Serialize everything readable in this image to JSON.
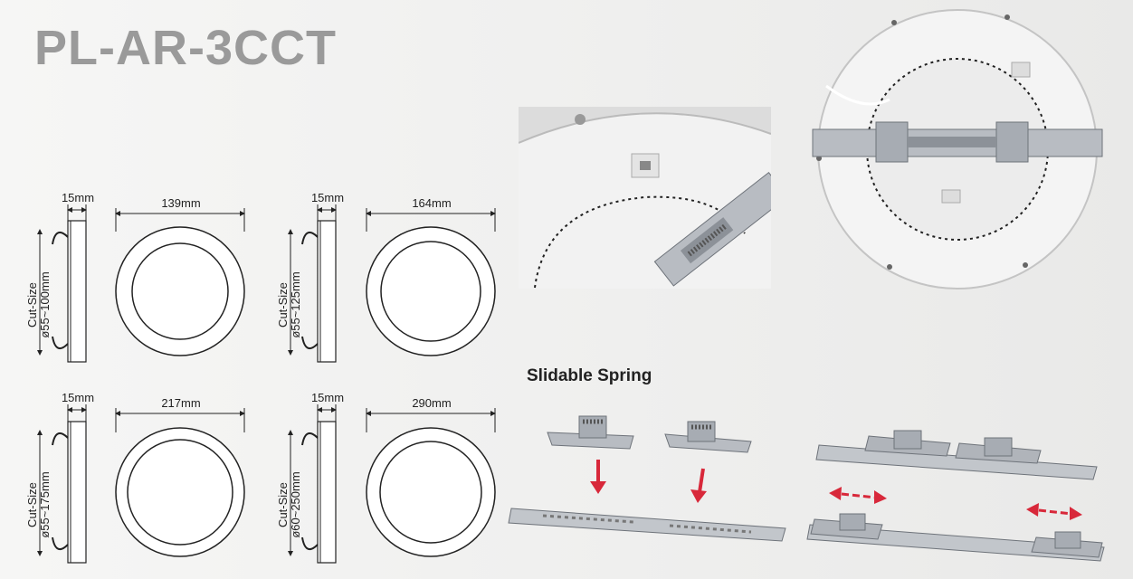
{
  "product": {
    "title": "PL-AR-3CCT"
  },
  "section": {
    "title": "Slidable Spring"
  },
  "colors": {
    "title_gray": "#9a9a9a",
    "arrow_red": "#d8283a",
    "metal": "#b8bcc2"
  },
  "diagrams": [
    {
      "thickness": "15mm",
      "diameter": "139mm",
      "cut_label": "Cut-Size",
      "cut_range": "ø55~100mm"
    },
    {
      "thickness": "15mm",
      "diameter": "164mm",
      "cut_label": "Cut-Size",
      "cut_range": "ø55~125mm"
    },
    {
      "thickness": "15mm",
      "diameter": "217mm",
      "cut_label": "Cut-Size",
      "cut_range": "ø55~175mm"
    },
    {
      "thickness": "15mm",
      "diameter": "290mm",
      "cut_label": "Cut-Size",
      "cut_range": "ø60~250mm"
    }
  ]
}
